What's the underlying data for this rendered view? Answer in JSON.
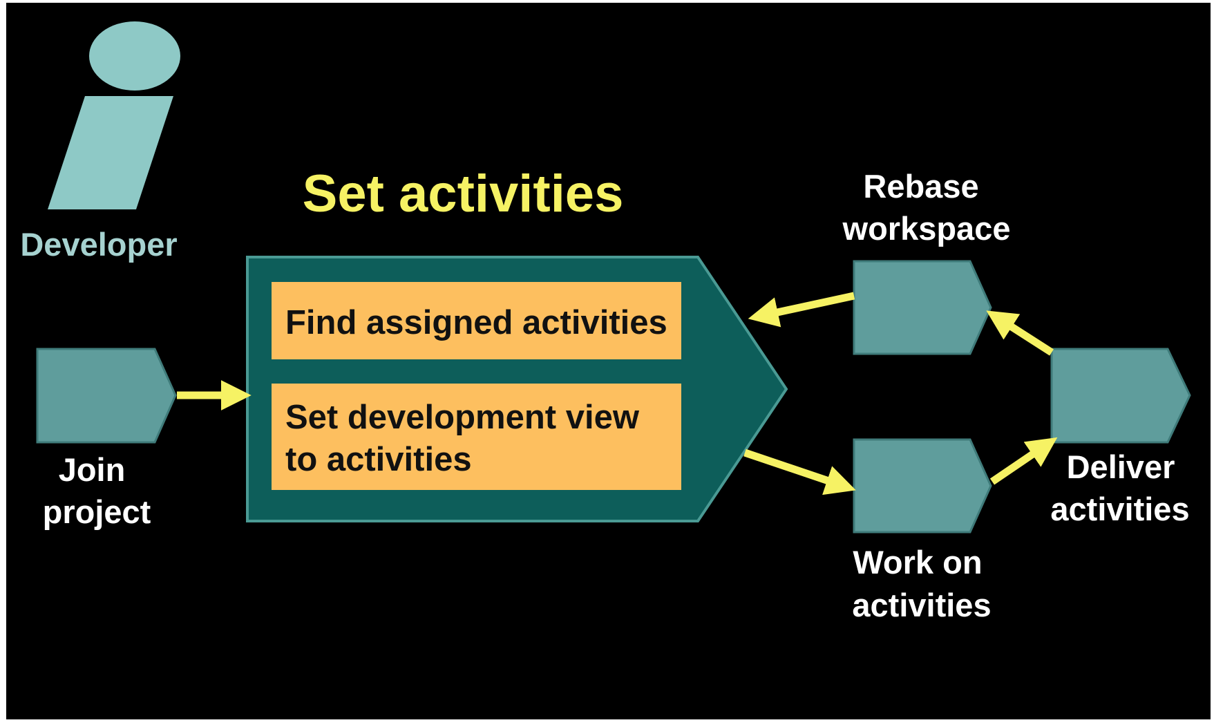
{
  "colors": {
    "background": "#000000",
    "frame": "#ffffff",
    "role_icon": "#8ec9c6",
    "role_label": "#a6d2d0",
    "title": "#f6f264",
    "process_shape": "#0d5e5a",
    "process_border": "#4a9a94",
    "step_box": "#fdbf5f",
    "step_text": "#111111",
    "small_shape": "#5f9d9c",
    "small_shape_border": "#3f7b7a",
    "arrow": "#f6f264",
    "label_text": "#ffffff"
  },
  "role": {
    "icon": "info-person-icon",
    "label": "Developer"
  },
  "title": "Set activities",
  "steps": [
    {
      "line1": "Find assigned activities",
      "line2": ""
    },
    {
      "line1": "Set development view",
      "line2": "to activities"
    }
  ],
  "nodes": {
    "join": {
      "line1": "Join",
      "line2": "project"
    },
    "rebase": {
      "line1": "Rebase",
      "line2": "workspace"
    },
    "work": {
      "line1": "Work on",
      "line2": "activities"
    },
    "deliver": {
      "line1": "Deliver",
      "line2": "activities"
    }
  }
}
